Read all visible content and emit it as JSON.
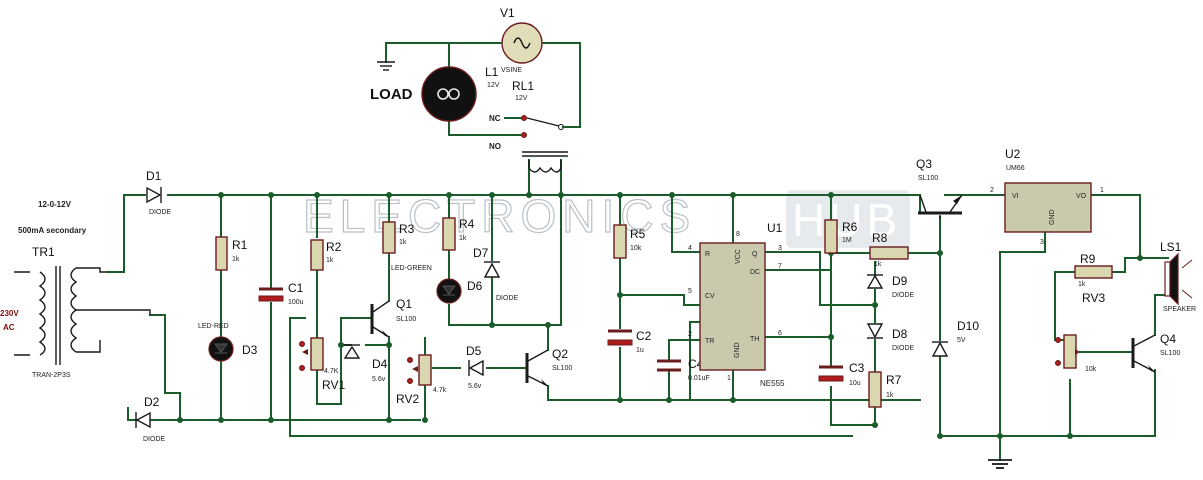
{
  "watermark": {
    "brand": "ELECTRONICS",
    "suffix": "HUB"
  },
  "transformer": {
    "ref": "TR1",
    "type": "TRAN-2P3S",
    "rating": "12-0-12V",
    "secondary": "500mA secondary",
    "input_v": "230V",
    "input_type": "AC"
  },
  "d1": {
    "ref": "D1",
    "type": "DIODE"
  },
  "d2": {
    "ref": "D2",
    "type": "DIODE"
  },
  "r1": {
    "ref": "R1",
    "value": "1k"
  },
  "d3": {
    "ref": "D3",
    "type": "LED-RED"
  },
  "c1": {
    "ref": "C1",
    "value": "100u"
  },
  "r2": {
    "ref": "R2",
    "value": "1k"
  },
  "r3": {
    "ref": "R3",
    "value": "1k"
  },
  "led_green": {
    "type": "LED-GREEN"
  },
  "r4": {
    "ref": "R4",
    "value": "1k"
  },
  "d6": {
    "ref": "D6"
  },
  "d7": {
    "ref": "D7",
    "type": "DIODE"
  },
  "q1": {
    "ref": "Q1",
    "type": "SL100"
  },
  "rv1": {
    "ref": "RV1",
    "value": "4.7K"
  },
  "d4": {
    "ref": "D4",
    "value": "5.6v"
  },
  "rv2": {
    "ref": "RV2",
    "value": "4.7k"
  },
  "d5": {
    "ref": "D5",
    "value": "5.6v"
  },
  "q2": {
    "ref": "Q2",
    "type": "SL100"
  },
  "r5": {
    "ref": "R5",
    "value": "10k"
  },
  "c2": {
    "ref": "C2",
    "value": "1u"
  },
  "c4": {
    "ref": "C4",
    "value": "0.01uF"
  },
  "u1": {
    "ref": "U1",
    "type": "NE555",
    "pins": {
      "r": "R",
      "vcc": "VCC",
      "q": "Q",
      "dc": "DC",
      "cv": "CV",
      "tr": "TR",
      "gnd": "GND",
      "th": "TH"
    },
    "pin_numbers": {
      "p4": "4",
      "p8": "8",
      "p3": "3",
      "p7": "7",
      "p5": "5",
      "p2": "2",
      "p1": "1",
      "p6": "6"
    }
  },
  "r6": {
    "ref": "R6",
    "value": "1M"
  },
  "r8": {
    "ref": "R8",
    "value": "1k"
  },
  "d9": {
    "ref": "D9",
    "type": "DIODE"
  },
  "d8": {
    "ref": "D8",
    "type": "DIODE"
  },
  "c3": {
    "ref": "C3",
    "value": "10u"
  },
  "r7": {
    "ref": "R7",
    "value": "1k"
  },
  "q3": {
    "ref": "Q3",
    "type": "SL100"
  },
  "d10": {
    "ref": "D10",
    "value": "5V"
  },
  "u2": {
    "ref": "U2",
    "type": "UM66",
    "pins": {
      "vi": "VI",
      "vo": "VO",
      "gnd": "GND"
    },
    "pin_numbers": {
      "p2": "2",
      "p1": "1",
      "p3": "3"
    }
  },
  "r9": {
    "ref": "R9",
    "value": "1k"
  },
  "rv3": {
    "ref": "RV3",
    "value": "10k"
  },
  "q4": {
    "ref": "Q4",
    "type": "SL100"
  },
  "ls1": {
    "ref": "LS1",
    "type": "SPEAKER"
  },
  "v1": {
    "ref": "V1",
    "type": "VSINE"
  },
  "l1": {
    "ref": "L1",
    "value": "12V"
  },
  "rl1": {
    "ref": "RL1",
    "value": "12V"
  },
  "load": {
    "label": "LOAD"
  },
  "relay": {
    "nc": "NC",
    "no": "NO"
  }
}
